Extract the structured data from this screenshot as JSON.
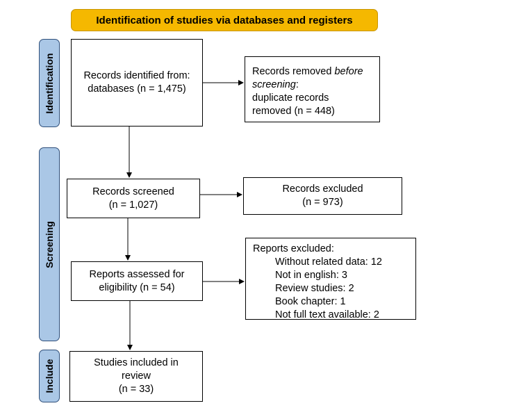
{
  "header": {
    "title": "Identification of studies via databases and registers"
  },
  "stages": {
    "identification": "Identification",
    "screening": "Screening",
    "include": "Include"
  },
  "boxes": {
    "identified": {
      "line1": "Records identified from:",
      "line2": "databases (n = 1,475)"
    },
    "removed": {
      "prefix": "Records removed ",
      "emphasis": "before",
      "emphasis2": "screening",
      "colon": ":",
      "line3": "duplicate records",
      "line4": "removed (n = 448)"
    },
    "screened": {
      "line1": "Records screened",
      "line2": "(n = 1,027)"
    },
    "excluded": {
      "line1": "Records excluded",
      "line2": "(n = 973)"
    },
    "assessed": {
      "line1": "Reports assessed for",
      "line2": "eligibility (n = 54)"
    },
    "reports_excluded": {
      "heading": "Reports excluded:",
      "reasons": [
        "Without related data: 12",
        "Not in english: 3",
        "Review studies: 2",
        "Book chapter: 1",
        "Not full text available: 2"
      ]
    },
    "included": {
      "line1": "Studies included in",
      "line2": "review",
      "line3": "(n = 33)"
    }
  },
  "colors": {
    "header_fill": "#f5b800",
    "stage_fill": "#aac7e6",
    "stage_border": "#2f4f7a"
  }
}
